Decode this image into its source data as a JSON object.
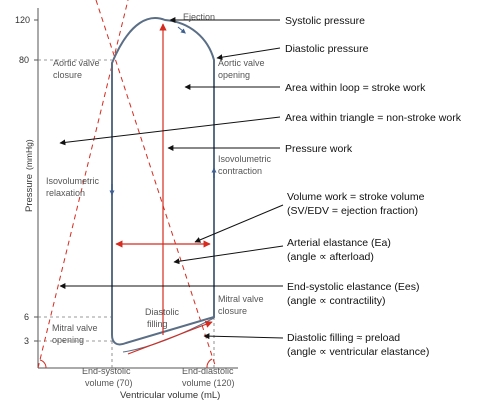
{
  "axes": {
    "y_label": "Pressure",
    "y_unit": "(mmHg)",
    "x_label": "Ventricular volume (mL)",
    "y_ticks": [
      "120",
      "80",
      "6",
      "3"
    ]
  },
  "loop_labels": {
    "ejection": "Ejection",
    "aortic_closure": [
      "Aortic valve",
      "closure"
    ],
    "aortic_opening": [
      "Aortic valve",
      "opening"
    ],
    "iso_relaxation": [
      "Isovolumetric",
      "relaxation"
    ],
    "iso_contraction": [
      "Isovolumetric",
      "contraction"
    ],
    "mitral_opening": [
      "Mitral valve",
      "opening"
    ],
    "mitral_closure": [
      "Mitral valve",
      "closure"
    ],
    "diastolic_filling": [
      "Diastolic",
      "filling"
    ],
    "end_systolic": [
      "End-systolic",
      "volume (70)"
    ],
    "end_diastolic": [
      "End-diastolic",
      "volume (120)"
    ]
  },
  "annotations": {
    "systolic": "Systolic pressure",
    "diastolic": "Diastolic pressure",
    "loop_area": "Area within loop = stroke work",
    "triangle_area": "Area within triangle = non-stroke work",
    "pressure_work": "Pressure work",
    "volume_work": [
      "Volume work = stroke volume",
      "(SV/EDV = ejection fraction)"
    ],
    "ea": [
      "Arterial elastance (Ea)",
      "(angle ∝ afterload)"
    ],
    "ees": [
      "End-systolic elastance (Ees)",
      "(angle ∝ contractility)"
    ],
    "filling": [
      "Diastolic filling ≈ preload",
      "(angle ∝ ventricular elastance)"
    ]
  },
  "colors": {
    "loop": "#5a6e86",
    "red": "#d62b1f",
    "arrow": "#111111",
    "axis": "#555555"
  }
}
